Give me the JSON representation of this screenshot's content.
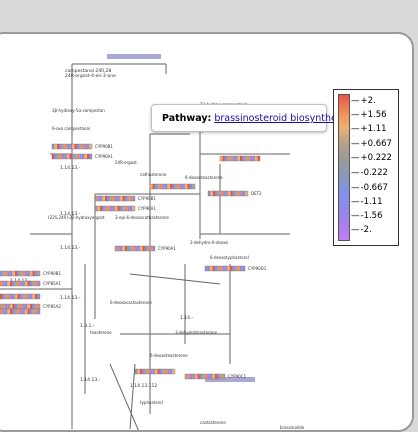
{
  "tooltip": {
    "label": "Pathway:",
    "link_text": "brassinosteroid biosynthesis II"
  },
  "legend": {
    "ticks": [
      "+2.",
      "+1.56",
      "+1.11",
      "+0.667",
      "+0.222",
      "-0.222",
      "-0.667",
      "-1.11",
      "-1.56",
      "-2."
    ],
    "gradient_colors": [
      "#e8524a",
      "#ee8c54",
      "#f0b071",
      "#b5a08a",
      "#9a9a9a",
      "#8a97b8",
      "#7f93e6",
      "#8f87ee",
      "#a77fee",
      "#c27ff3"
    ]
  },
  "colors": {
    "frame": "#9a9a9a",
    "line": "#666666",
    "link": "#1a0dab",
    "enzyme_box": "#a9a9d6"
  },
  "diagram": {
    "ec_labels": [
      "1.14.13.-",
      "1.14.13.-",
      "1.14.13.-",
      "1.14.13.-",
      "1.14.13.-",
      "1.3.1.-",
      "1.14.-",
      "1.14.13.-",
      "1.14.13.112"
    ],
    "enzyme_names": [
      "CYP90B1",
      "CYP90A1",
      "CYP90B1",
      "CYP90A1",
      "DET2",
      "CYP90B1",
      "CYP85A1",
      "CYP90A1",
      "CYP90D1",
      "CYP85A2",
      "CYP90C1"
    ]
  }
}
